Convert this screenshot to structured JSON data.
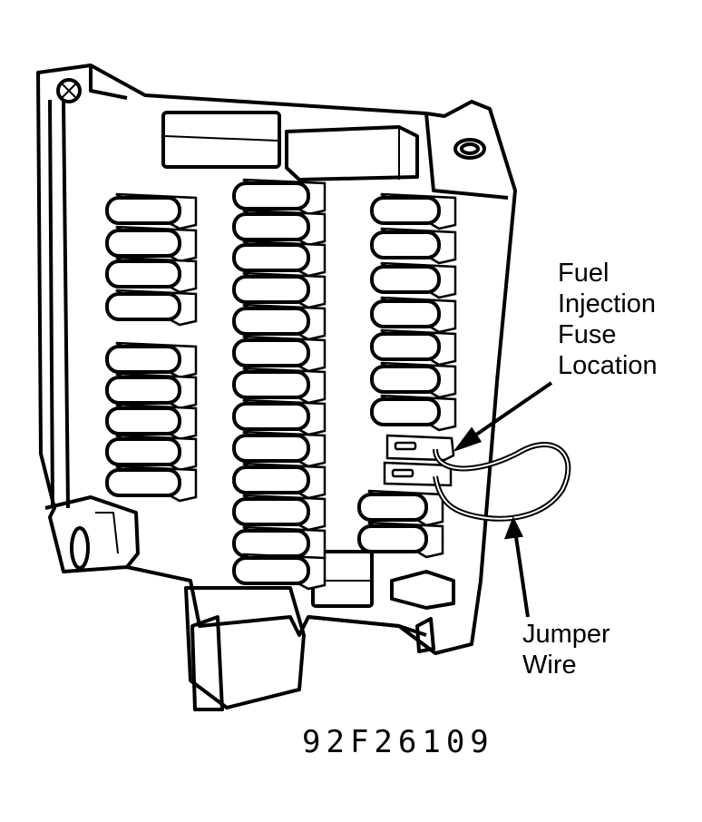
{
  "labels": {
    "fuse_location": [
      "Fuel",
      "Injection",
      "Fuse",
      "Location"
    ],
    "jumper_wire": [
      "Jumper",
      "Wire"
    ]
  },
  "figure_code": "92F26109",
  "fuse_columns": [
    9,
    13,
    9
  ],
  "ink_color": "#000000"
}
